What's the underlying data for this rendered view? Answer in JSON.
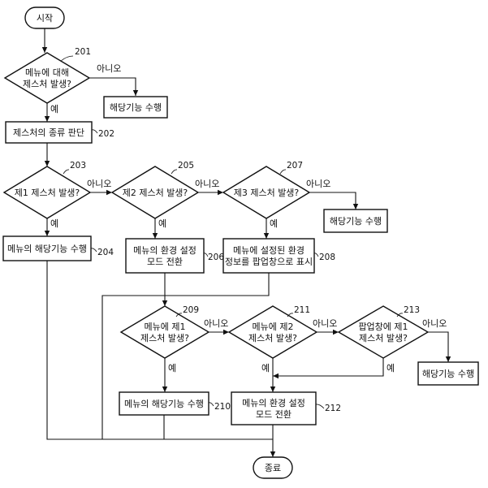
{
  "nodes": {
    "start": {
      "text": [
        "시작"
      ]
    },
    "d201": {
      "text": [
        "메뉴에 대해",
        "제스처 발생?"
      ],
      "ref": "201"
    },
    "p_a": {
      "text": [
        "해당기능 수행"
      ]
    },
    "p202": {
      "text": [
        "제스처의 종류 판단"
      ],
      "ref": "202"
    },
    "d203": {
      "text": [
        "제1 제스처 발생?"
      ],
      "ref": "203"
    },
    "d205": {
      "text": [
        "제2 제스처 발생?"
      ],
      "ref": "205"
    },
    "d207": {
      "text": [
        "제3 제스처 발생?"
      ],
      "ref": "207"
    },
    "p_b": {
      "text": [
        "해당기능 수행"
      ]
    },
    "p204": {
      "text": [
        "메뉴의 해당기능 수행"
      ],
      "ref": "204"
    },
    "p206": {
      "text": [
        "메뉴의 환경 설정",
        "모드 전환"
      ],
      "ref": "206"
    },
    "p208": {
      "text": [
        "메뉴에 설정된 환경",
        "정보를 팝업창으로 표시"
      ],
      "ref": "208"
    },
    "d209": {
      "text": [
        "메뉴에 제1",
        "제스처 발생?"
      ],
      "ref": "209"
    },
    "d211": {
      "text": [
        "메뉴에 제2",
        "제스처 발생?"
      ],
      "ref": "211"
    },
    "d213": {
      "text": [
        "팝업창에 제1",
        "제스처 발생?"
      ],
      "ref": "213"
    },
    "p_c": {
      "text": [
        "해당기능 수행"
      ]
    },
    "p210": {
      "text": [
        "메뉴의 해당기능 수행"
      ],
      "ref": "210"
    },
    "p212": {
      "text": [
        "메뉴의 환경 설정",
        "모드 전환"
      ],
      "ref": "212"
    },
    "end": {
      "text": [
        "종료"
      ]
    }
  },
  "labels": {
    "yes": "예",
    "no": "아니오"
  },
  "colors": {
    "stroke": "#111111",
    "fill": "#ffffff"
  }
}
